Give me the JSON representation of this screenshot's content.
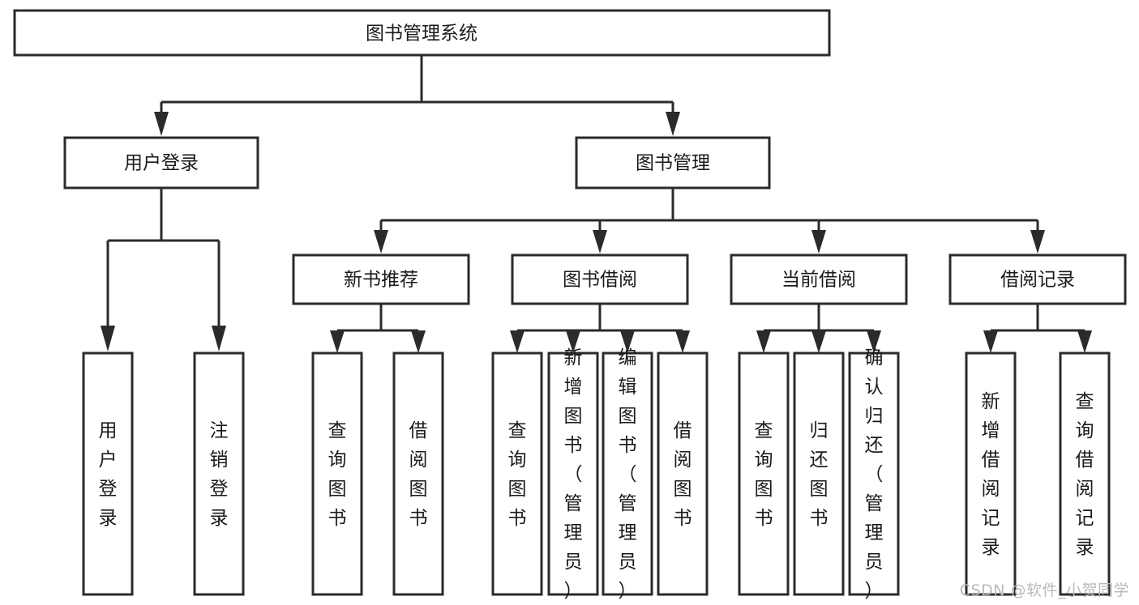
{
  "diagram": {
    "type": "tree",
    "title": "图书管理系统",
    "watermark": "CSDN @软件_小贺同学",
    "colors": {
      "stroke": "#2b2b2b",
      "box_fill": "#ffffff",
      "text": "#1a1a1a",
      "background": "#ffffff",
      "watermark": "#b9b9b9"
    },
    "levels": {
      "root": {
        "label": "图书管理系统"
      },
      "level2": [
        {
          "id": "user-login",
          "label": "用户登录"
        },
        {
          "id": "book-manage",
          "label": "图书管理"
        }
      ],
      "level3": [
        {
          "id": "new-book-recommend",
          "label": "新书推荐",
          "parent": "book-manage"
        },
        {
          "id": "book-borrow",
          "label": "图书借阅",
          "parent": "book-manage"
        },
        {
          "id": "current-borrow",
          "label": "当前借阅",
          "parent": "book-manage"
        },
        {
          "id": "borrow-record",
          "label": "借阅记录",
          "parent": "book-manage"
        }
      ],
      "leaves": [
        {
          "id": "leaf-user-login",
          "label": "用户登录",
          "parent": "user-login"
        },
        {
          "id": "leaf-user-logout",
          "label": "注销登录",
          "parent": "user-login"
        },
        {
          "id": "leaf-query-book-1",
          "label": "查询图书",
          "parent": "new-book-recommend"
        },
        {
          "id": "leaf-borrow-book-1",
          "label": "借阅图书",
          "parent": "new-book-recommend"
        },
        {
          "id": "leaf-query-book-2",
          "label": "查询图书",
          "parent": "book-borrow"
        },
        {
          "id": "leaf-add-book",
          "label": "新增图书（管理员）",
          "parent": "book-borrow"
        },
        {
          "id": "leaf-edit-book",
          "label": "编辑图书（管理员）",
          "parent": "book-borrow"
        },
        {
          "id": "leaf-borrow-book-2",
          "label": "借阅图书",
          "parent": "book-borrow"
        },
        {
          "id": "leaf-query-book-3",
          "label": "查询图书",
          "parent": "current-borrow"
        },
        {
          "id": "leaf-return-book",
          "label": "归还图书",
          "parent": "current-borrow"
        },
        {
          "id": "leaf-confirm-return",
          "label": "确认归还（管理员）",
          "parent": "current-borrow"
        },
        {
          "id": "leaf-add-record",
          "label": "新增借阅记录",
          "parent": "borrow-record"
        },
        {
          "id": "leaf-query-record",
          "label": "查询借阅记录",
          "parent": "borrow-record"
        }
      ]
    }
  }
}
